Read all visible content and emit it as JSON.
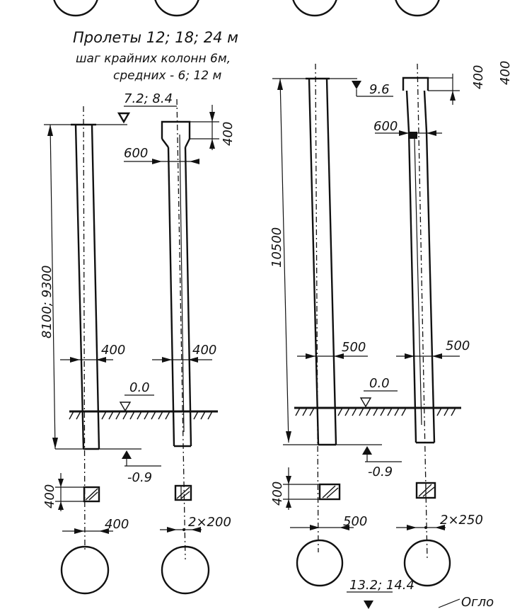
{
  "header": {
    "line1": "Пролеты 12; 18; 24 м",
    "line2": "шаг крайних колонн 6м,",
    "line3": "средних - 6; 12 м"
  },
  "left_group": {
    "top_mark": "7.2; 8.4",
    "height": "8100; 9300",
    "console_width": "600",
    "console_height": "400",
    "edge_width": "400",
    "middle_width": "400",
    "ground_mark": "0.0",
    "bottom_mark": "-0.9",
    "section_height": "400",
    "edge_section_width": "400",
    "middle_section_width": "2×200"
  },
  "right_group": {
    "top_mark": "9.6",
    "height": "10500",
    "console_width": "600",
    "console_height": "400",
    "edge_width": "500",
    "middle_width": "500",
    "ground_mark": "0.0",
    "bottom_mark": "-0.9",
    "section_height": "400",
    "edge_section_width": "500",
    "middle_section_width": "2×250",
    "lower_mark": "13.2; 14.4"
  },
  "edge_fragments": {
    "top_right": "400",
    "bottom_right": "Огло"
  }
}
